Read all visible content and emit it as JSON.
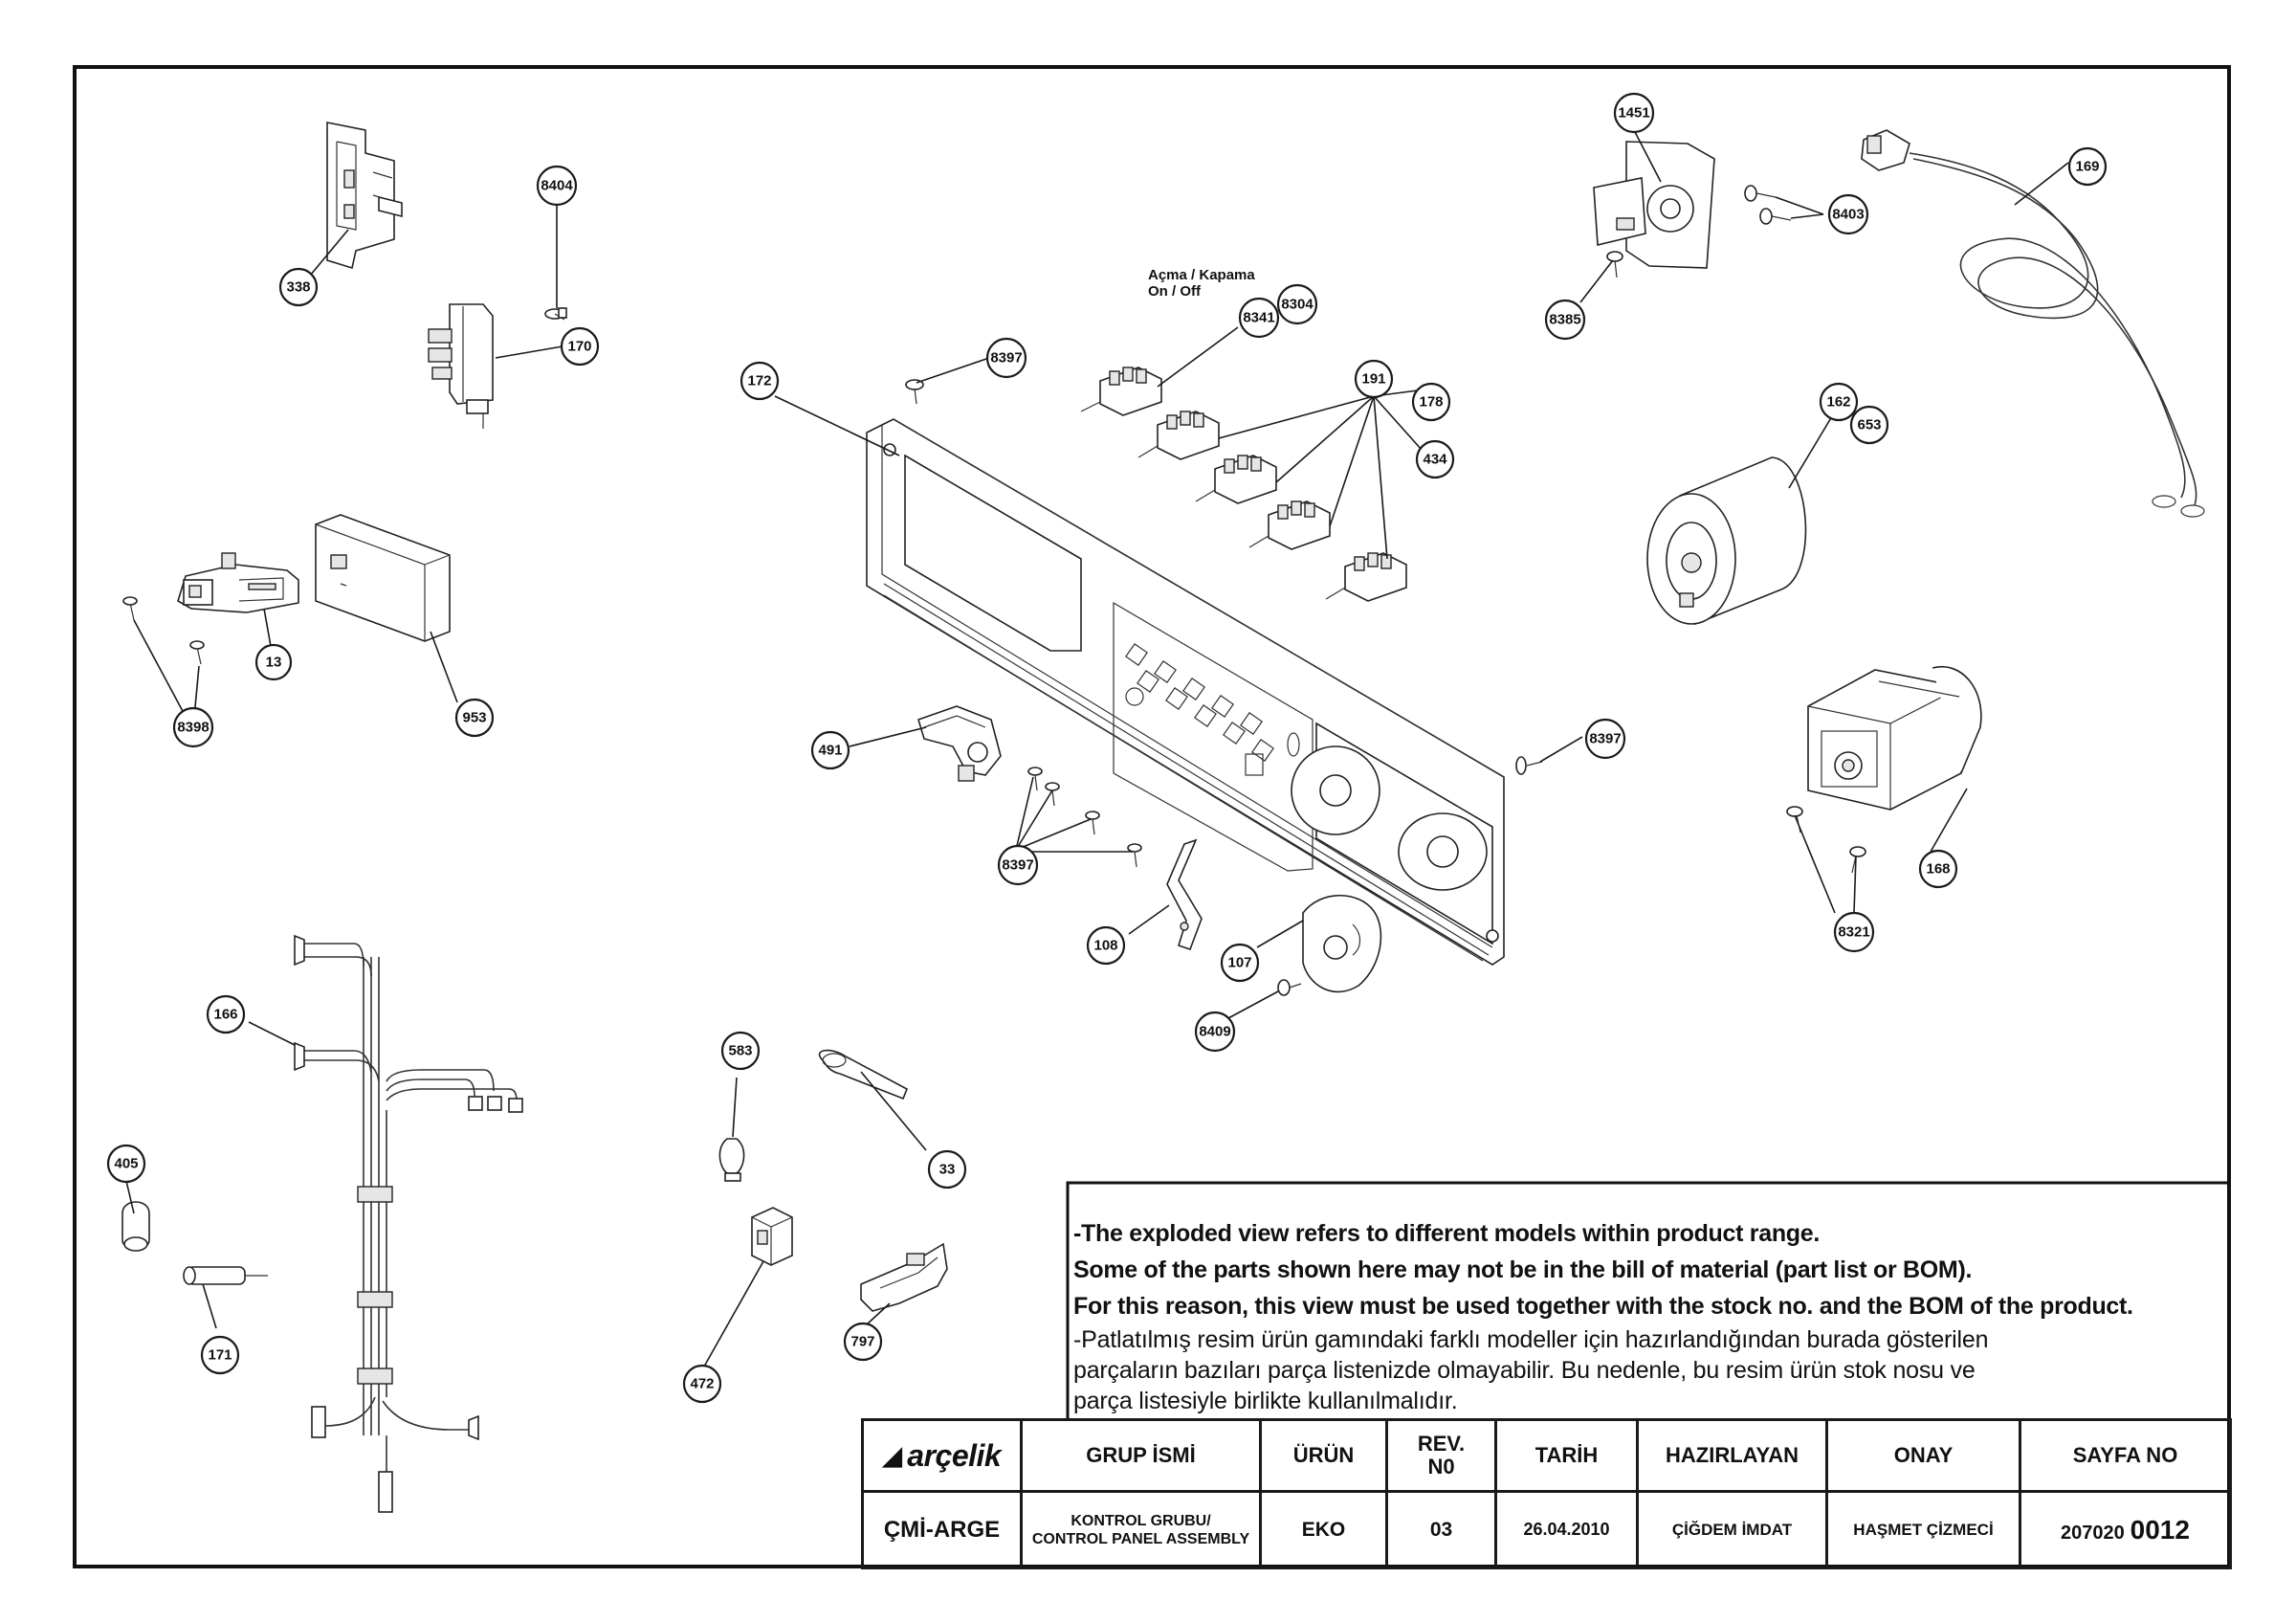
{
  "callouts": [
    {
      "label": "338"
    },
    {
      "label": "8404"
    },
    {
      "label": "170"
    },
    {
      "label": "13"
    },
    {
      "label": "953"
    },
    {
      "label": "8398"
    },
    {
      "label": "172"
    },
    {
      "label": "8397"
    },
    {
      "label": "8341"
    },
    {
      "label": "8304"
    },
    {
      "label": "191"
    },
    {
      "label": "178"
    },
    {
      "label": "434"
    },
    {
      "label": "1451"
    },
    {
      "label": "8403"
    },
    {
      "label": "8385"
    },
    {
      "label": "169"
    },
    {
      "label": "162"
    },
    {
      "label": "653"
    },
    {
      "label": "8397"
    },
    {
      "label": "168"
    },
    {
      "label": "8321"
    },
    {
      "label": "491"
    },
    {
      "label": "8397"
    },
    {
      "label": "108"
    },
    {
      "label": "107"
    },
    {
      "label": "8409"
    },
    {
      "label": "166"
    },
    {
      "label": "405"
    },
    {
      "label": "171"
    },
    {
      "label": "583"
    },
    {
      "label": "33"
    },
    {
      "label": "472"
    },
    {
      "label": "797"
    }
  ],
  "switch_label": {
    "tr": "Açma / Kapama",
    "en": "On / Off"
  },
  "note": {
    "en": [
      "-The exploded view refers to different models within product range.",
      " Some of the parts shown here may not be in the bill of material (part list or BOM).",
      " For this reason, this view must be used together with the stock no. and the BOM of the product."
    ],
    "tr": [
      "-Patlatılmış resim ürün gamındaki farklı modeller için hazırlandığından burada gösterilen",
      " parçaların bazıları parça listenizde olmayabilir. Bu nedenle, bu resim ürün stok nosu ve",
      " parça listesiyle birlikte kullanılmalıdır."
    ]
  },
  "title_block": {
    "brand": "arçelik",
    "headers": {
      "group": "GRUP İSMİ",
      "product": "ÜRÜN",
      "rev_line1": "REV.",
      "rev_line2": "N0",
      "date": "TARİH",
      "prepared": "HAZIRLAYAN",
      "approved": "ONAY",
      "page": "SAYFA NO"
    },
    "values": {
      "dept": "ÇMİ-ARGE",
      "group_line1": "KONTROL GRUBU/",
      "group_line2": "CONTROL PANEL ASSEMBLY",
      "product": "EKO",
      "rev": "03",
      "date": "26.04.2010",
      "prepared": "ÇİĞDEM İMDAT",
      "approved": "HAŞMET ÇİZMECİ",
      "page_prefix": "207020",
      "page_number": "0012"
    }
  }
}
